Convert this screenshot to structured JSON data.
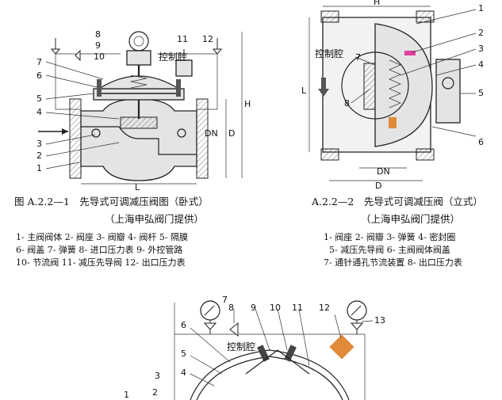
{
  "figure1": {
    "caption_main": "图 A.2.2—1　先导式可调减压阀图（卧式）",
    "caption_source": "（上海申弘阀门提供）",
    "legend_lines": [
      "1- 主阀阀体  2- 阀座  3- 阀瓣  4- 阀杆  5- 隔膜",
      "6- 阀盖  7- 弹簧  8- 进口压力表  9- 外控管路",
      "10- 节流阀  11- 减压先导阀  12- 出口压力表"
    ],
    "callouts": [
      "1",
      "2",
      "3",
      "4",
      "5",
      "6",
      "7",
      "8",
      "9",
      "10",
      "11",
      "12"
    ],
    "control_chamber": "控制腔",
    "dims": {
      "H": "H",
      "L": "L",
      "DN": "DN",
      "D": "D"
    }
  },
  "figure2": {
    "caption_main": "A.2.2—2　先导式可调减压阀（立式）",
    "caption_source": "（上海申弘阀门提供）",
    "legend_lines": [
      "1- 阀座  2- 阀瓣  3- 弹簧  4- 密封圈",
      "5- 减压先导阀  6- 主阀阀体阀盖",
      "7- 通针通孔节流装置  8- 出口压力表"
    ],
    "callouts": [
      "1",
      "2",
      "3",
      "4",
      "5",
      "6",
      "7",
      "8"
    ],
    "control_chamber": "控制腔",
    "dims": {
      "H": "H",
      "L": "L",
      "DN": "DN",
      "D": "D"
    }
  },
  "figure3": {
    "callouts": [
      "1",
      "2",
      "3",
      "4",
      "5",
      "6",
      "7",
      "8",
      "9",
      "10",
      "11",
      "12",
      "13"
    ],
    "control_chamber": "控制腔"
  }
}
